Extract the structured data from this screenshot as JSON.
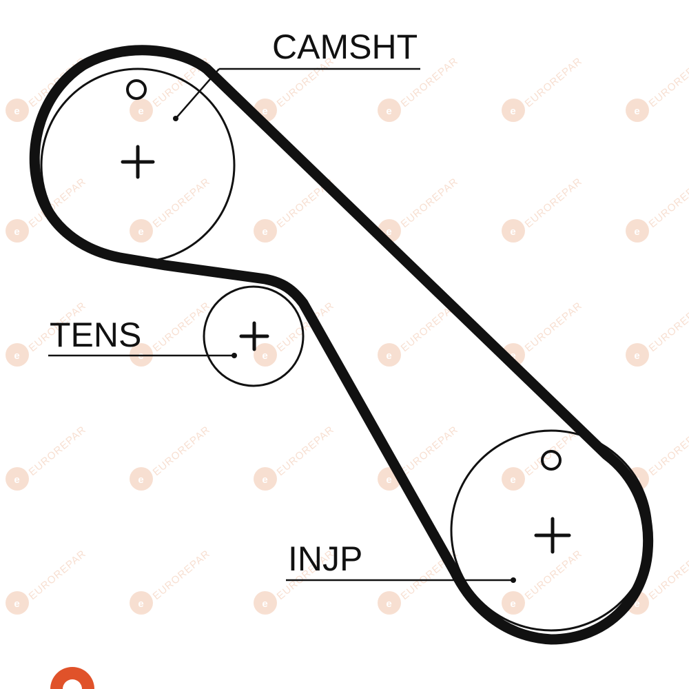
{
  "labels": {
    "camshaft": "CAMSHT",
    "tensioner": "TENS",
    "injection_pump": "INJP"
  },
  "watermark": {
    "text": "EUROREPAR",
    "logo_letter": "e",
    "color": "#f2c6ad"
  },
  "colors": {
    "belt": "#111111",
    "outline": "#111111"
  },
  "icons": [
    "watermark-logo-icon",
    "center-cross-icon",
    "timing-mark-icon"
  ]
}
